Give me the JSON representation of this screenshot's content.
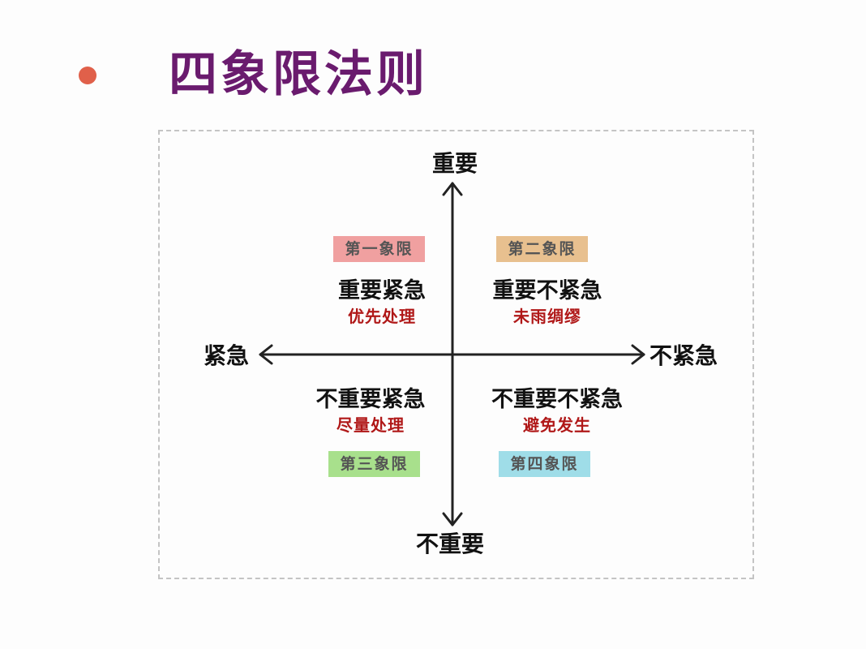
{
  "title": "四象限法则",
  "colors": {
    "title": "#6a1b6e",
    "bullet": "#e0604a",
    "subtitle": "#b01818",
    "q1_tag": "#f0a0a0",
    "q2_tag": "#e8c08f",
    "q3_tag": "#a8e08c",
    "q4_tag": "#9fdde8"
  },
  "axes": {
    "top": "重要",
    "bottom": "不重要",
    "left": "紧急",
    "right": "不紧急"
  },
  "quadrants": [
    {
      "tag": "第一象限",
      "main": "重要紧急",
      "sub": "优先处理"
    },
    {
      "tag": "第二象限",
      "main": "重要不紧急",
      "sub": "未雨绸缪"
    },
    {
      "tag": "第三象限",
      "main": "不重要紧急",
      "sub": "尽量处理"
    },
    {
      "tag": "第四象限",
      "main": "不重要不紧急",
      "sub": "避免发生"
    }
  ]
}
